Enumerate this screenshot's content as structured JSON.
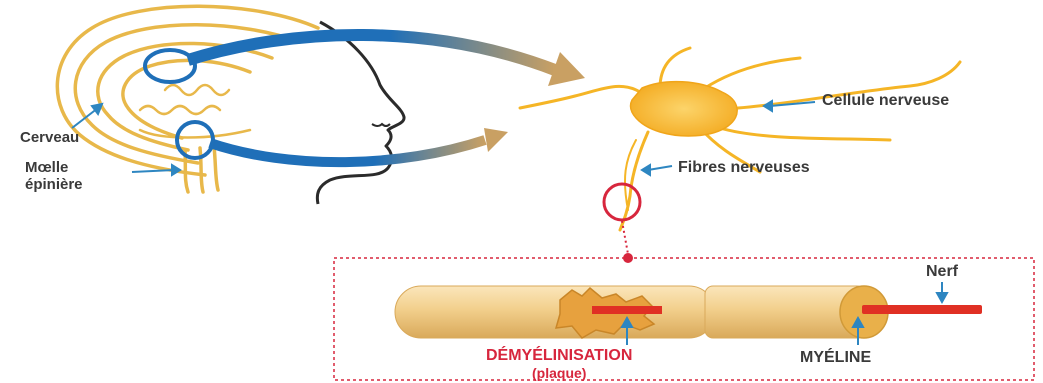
{
  "labels": {
    "cerveau": "Cerveau",
    "moelle_line1": "Mœlle",
    "moelle_line2": "épinière",
    "cellule": "Cellule nerveuse",
    "fibres": "Fibres nerveuses",
    "nerf": "Nerf",
    "demyelinisation": "DÉMYÉLINISATION",
    "plaque": "(plaque)",
    "myeline": "MYÉLINE"
  },
  "colors": {
    "head_outline": "#e8b84a",
    "profile": "#2b2b2b",
    "blue": "#1f6fb8",
    "neuron": "#f7bb2a",
    "myelin": "#f2cf8c",
    "nerve_red": "#e03024",
    "zoom_red": "#d7263d",
    "arrow_blue": "#2e86c1"
  }
}
